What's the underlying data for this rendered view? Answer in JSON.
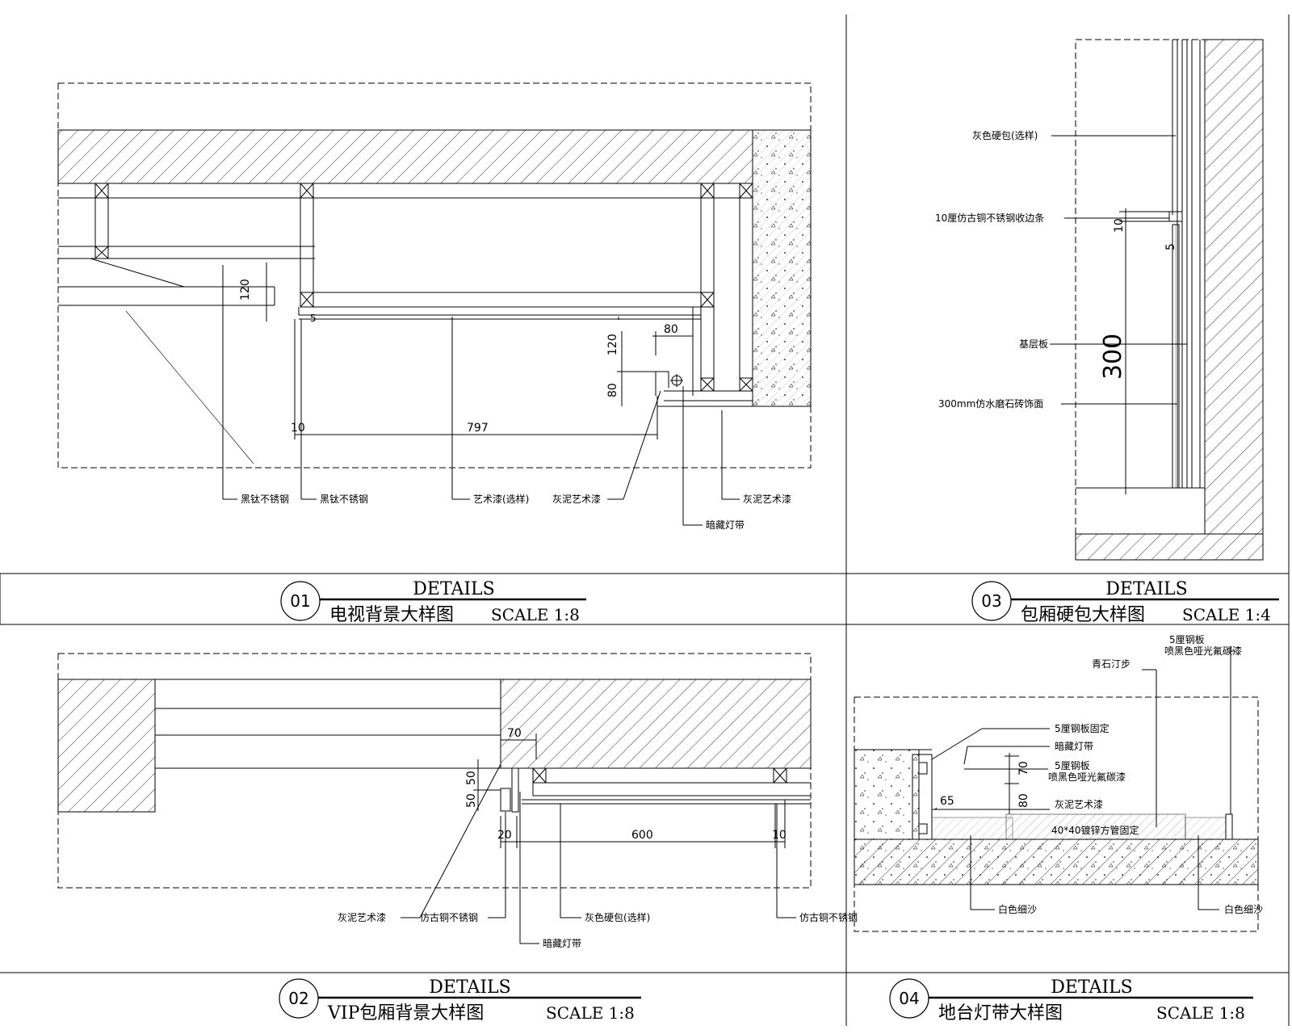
{
  "panels": [
    {
      "number": "01",
      "heading": "DETAILS",
      "name": "电视背景大样图",
      "scale": "SCALE 1:8"
    },
    {
      "number": "02",
      "heading": "DETAILS",
      "name": "VIP包厢背景大样图",
      "scale": "SCALE 1:8"
    },
    {
      "number": "03",
      "heading": "DETAILS",
      "name": "包厢硬包大样图",
      "scale": "SCALE 1:4"
    },
    {
      "number": "04",
      "heading": "DETAILS",
      "name": "地台灯带大样图",
      "scale": "SCALE 1:8"
    }
  ],
  "d01": {
    "labels": [
      "黑钛不锈钢",
      "黑钛不锈钢",
      "艺术漆(选样)",
      "灰泥艺术漆",
      "灰泥艺术漆",
      "暗藏灯带"
    ],
    "dims": [
      "120",
      "10",
      "797",
      "80",
      "120",
      "80",
      "5"
    ]
  },
  "d02": {
    "labels": [
      "灰泥艺术漆",
      "仿古铜不锈钢",
      "灰色硬包(选样)",
      "仿古铜不锈钢",
      "暗藏灯带"
    ],
    "dims": [
      "70",
      "50",
      "50",
      "20",
      "600",
      "10"
    ]
  },
  "d03": {
    "labels": [
      "灰色硬包(选样)",
      "10厘仿古铜不锈钢收边条",
      "基层板",
      "300mm仿水磨石砖饰面"
    ],
    "dims": [
      "10",
      "5",
      "300"
    ]
  },
  "d04": {
    "labels": [
      "5厘钢板",
      "喷黑色哑光氟碳漆",
      "青石汀步",
      "5厘钢板固定",
      "暗藏灯带",
      "5厘钢板",
      "喷黑色哑光氟碳漆",
      "灰泥艺术漆",
      "40*40镀锌方管固定",
      "白色细沙",
      "白色细沙"
    ],
    "dims": [
      "70",
      "65",
      "80"
    ]
  }
}
